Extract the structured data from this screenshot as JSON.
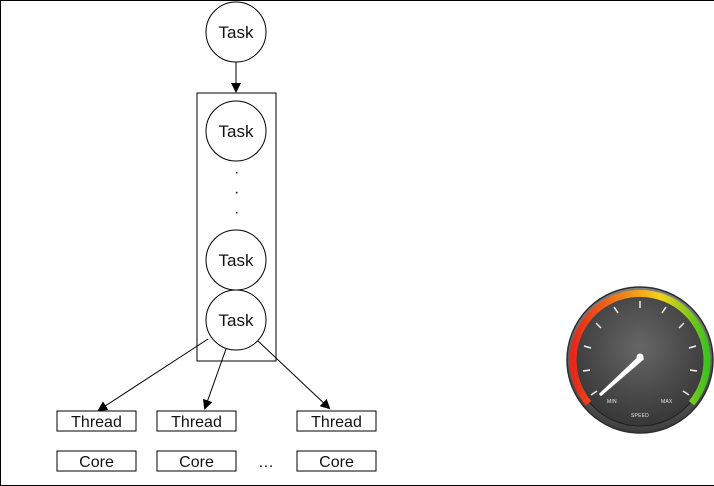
{
  "diagram": {
    "top_task": "Task",
    "stack_tasks": [
      "Task",
      "Task",
      "Task"
    ],
    "vertical_dots": [
      "·",
      "·",
      "·"
    ],
    "threads": [
      "Thread",
      "Thread",
      "Thread"
    ],
    "cores": [
      "Core",
      "Core",
      "Core"
    ],
    "horizontal_ellipsis": "…"
  },
  "gauge": {
    "min_label": "MIN",
    "max_label": "MAX",
    "caption": "SPEED",
    "colors": {
      "bezel": "#7a7a7a",
      "face": "#4a4a4a",
      "red": "#e8261a",
      "orange": "#f08a1a",
      "yellow": "#f3d21c",
      "green": "#3ec21f",
      "needle": "#ffffff"
    }
  }
}
